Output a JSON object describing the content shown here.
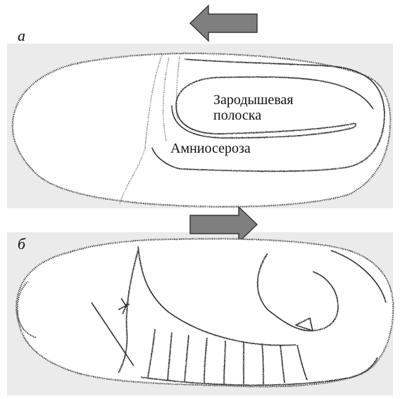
{
  "panels": [
    {
      "label": "а",
      "arrow_direction": "left",
      "regions": {
        "germ_band_line1": "Зародышевая",
        "germ_band_line2": "полоска",
        "amnioserosa": "Амниосероза"
      }
    },
    {
      "label": "б",
      "arrow_direction": "right"
    }
  ],
  "colors": {
    "panel_background": "#ebebeb",
    "arrow_fill": "#7f7f7f",
    "arrow_stroke": "#3a3a3a",
    "outline": "#3a3a3a"
  }
}
